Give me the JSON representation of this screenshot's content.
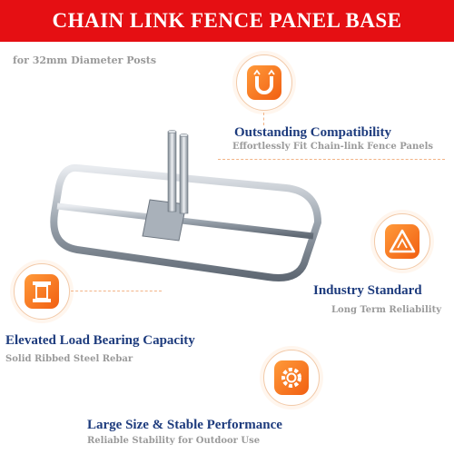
{
  "banner": {
    "title": "CHAIN LINK FENCE PANEL BASE"
  },
  "subtitle": "for 32mm Diameter Posts",
  "features": [
    {
      "title": "Outstanding Compatibility",
      "subtitle": "Effortlessly Fit Chain-link Fence Panels",
      "icon": "magnet-icon"
    },
    {
      "title": "Industry Standard",
      "subtitle": "Long Term Reliability",
      "icon": "warning-triangle-icon"
    },
    {
      "title": "Elevated Load Bearing Capacity",
      "subtitle": "Solid Ribbed Steel Rebar",
      "icon": "pillar-icon"
    },
    {
      "title": "Large Size & Stable Performance",
      "subtitle": "Reliable Stability for Outdoor Use",
      "icon": "gear-icon"
    }
  ],
  "colors": {
    "banner": "#e50f13",
    "accent": "#f47a20",
    "title": "#1d3b7d",
    "muted": "#9a9a9a"
  }
}
